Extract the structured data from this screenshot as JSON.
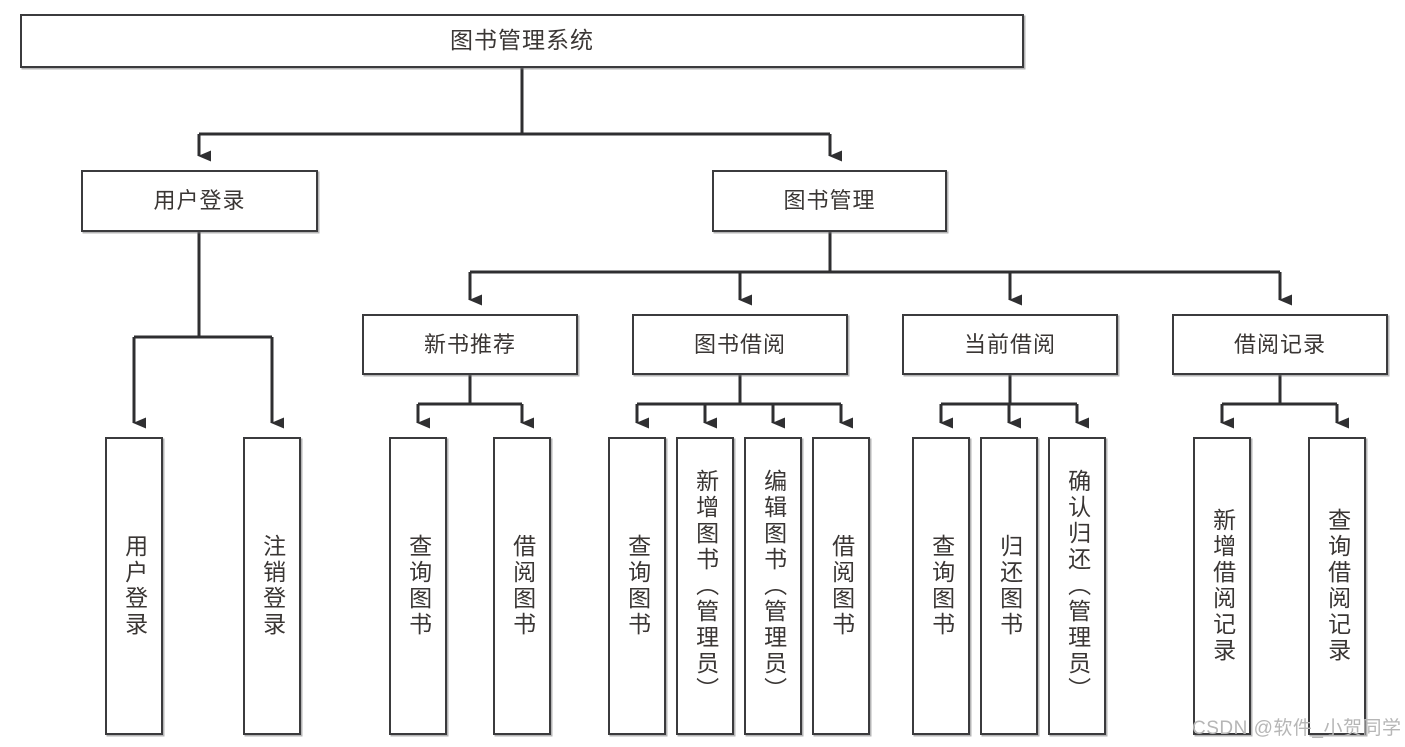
{
  "diagram": {
    "title": "图书管理系统",
    "type": "tree-hierarchy-chart",
    "colors": {
      "box_border": "#3b3b3d",
      "box_fill": "#ffffff",
      "text": "#3a3634",
      "connector": "#2f2f31",
      "watermark": "#b6b6b6",
      "background": "#ffffff"
    },
    "root": {
      "id": "root",
      "label": "图书管理系统"
    },
    "level2": [
      {
        "id": "user-login",
        "label": "用户登录"
      },
      {
        "id": "book-manage",
        "label": "图书管理"
      }
    ],
    "level3": [
      {
        "id": "new-book-rec",
        "label": "新书推荐"
      },
      {
        "id": "book-borrow",
        "label": "图书借阅"
      },
      {
        "id": "current-borrow",
        "label": "当前借阅"
      },
      {
        "id": "borrow-record",
        "label": "借阅记录"
      }
    ],
    "leaves": {
      "user_login": [
        {
          "id": "leaf-user-login",
          "label": "用户登录"
        },
        {
          "id": "leaf-logout-login",
          "label": "注销登录"
        }
      ],
      "new_book_rec": [
        {
          "id": "leaf-query-book-1",
          "label": "查询图书"
        },
        {
          "id": "leaf-borrow-book-1",
          "label": "借阅图书"
        }
      ],
      "book_borrow": [
        {
          "id": "leaf-query-book-2",
          "label": "查询图书"
        },
        {
          "id": "leaf-add-book",
          "label": "新增图书（管理员）"
        },
        {
          "id": "leaf-edit-book",
          "label": "编辑图书（管理员）"
        },
        {
          "id": "leaf-borrow-book-2",
          "label": "借阅图书"
        }
      ],
      "current_borrow": [
        {
          "id": "leaf-query-book-3",
          "label": "查询图书"
        },
        {
          "id": "leaf-return-book",
          "label": "归还图书"
        },
        {
          "id": "leaf-confirm-return",
          "label": "确认归还（管理员）"
        }
      ],
      "borrow_record": [
        {
          "id": "leaf-add-record",
          "label": "新增借阅记录"
        },
        {
          "id": "leaf-query-record",
          "label": "查询借阅记录"
        }
      ]
    },
    "watermark": "CSDN @软件_小贺同学"
  }
}
